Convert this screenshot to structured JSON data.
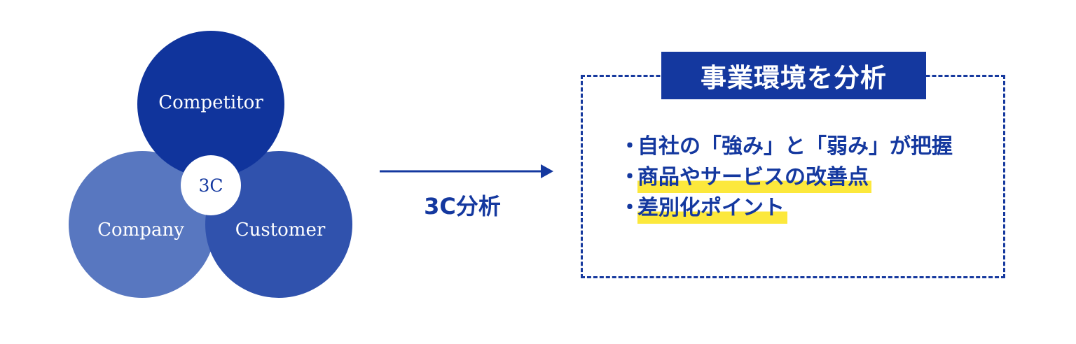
{
  "venn": {
    "competitor": "Competitor",
    "company": "Company",
    "customer": "Customer",
    "center": "3C"
  },
  "arrow": {
    "label": "3C分析"
  },
  "panel": {
    "title": "事業環境を分析",
    "bullet": "・",
    "items": [
      {
        "text": "自社の「強み」と「弱み」が把握",
        "highlighted": false
      },
      {
        "text": "商品やサービスの改善点",
        "highlighted": true
      },
      {
        "text": "差別化ポイント",
        "highlighted": true
      }
    ]
  },
  "colors": {
    "dark_blue": "#10349c",
    "mid_blue": "#3052ad",
    "light_blue": "#5877c0",
    "highlight_yellow": "#fce83c"
  }
}
